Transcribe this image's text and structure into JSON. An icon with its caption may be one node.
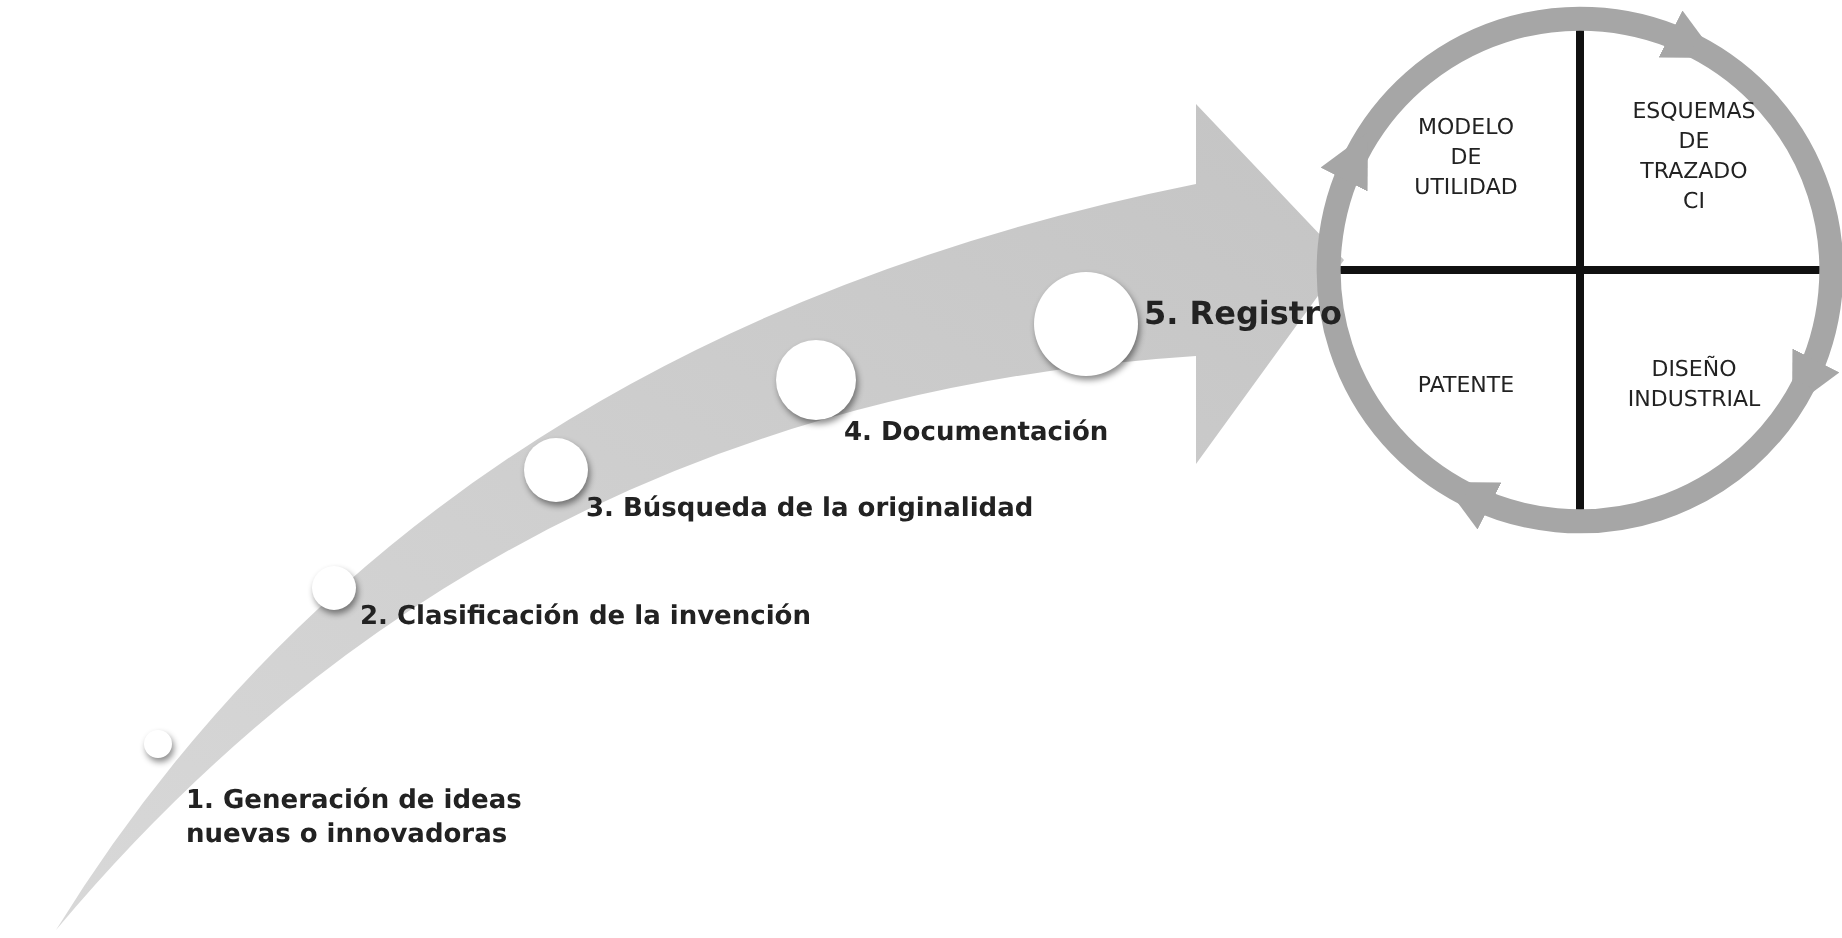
{
  "diagram": {
    "nodes": [
      {
        "text": [],
        "shape": "circle",
        "beside": [
          "1. Generación de ideas nuevas o innovadoras"
        ]
      },
      {
        "text": [],
        "shape": "circle",
        "beside": [
          "2. Clasificación de la invención"
        ]
      },
      {
        "text": [],
        "shape": "circle",
        "beside": [
          "3. Búsqueda de la originalidad"
        ]
      },
      {
        "text": [],
        "shape": "circle",
        "beside": [
          "4. Documentación"
        ]
      },
      {
        "text": [],
        "shape": "circle",
        "beside": [
          "5. Registro"
        ]
      },
      {
        "text": [
          "MODELO DE UTILIDAD"
        ]
      },
      {
        "text": [
          "ESQUEMAS DE TRAZADO CI"
        ]
      },
      {
        "text": [
          "PATENTE"
        ]
      },
      {
        "text": [
          "DISEÑO INDUSTRIAL"
        ]
      }
    ],
    "edges": [
      {
        "from": 5,
        "to": 6,
        "arrow": "to"
      },
      {
        "from": 6,
        "to": 8,
        "arrow": "to"
      },
      {
        "from": 8,
        "to": 7,
        "arrow": "to"
      },
      {
        "from": 7,
        "to": 5,
        "arrow": "to"
      }
    ]
  }
}
